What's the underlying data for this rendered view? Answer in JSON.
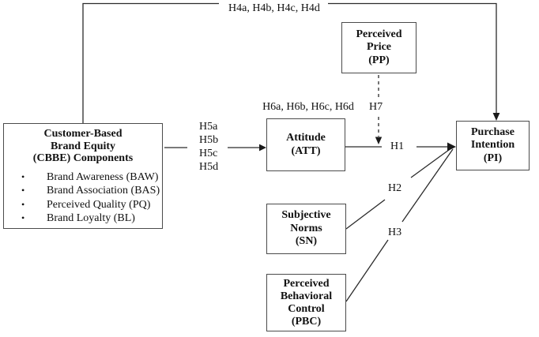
{
  "diagram": {
    "boxes": {
      "cbbe": {
        "title": "Customer-Based\nBrand Equity\n(CBBE) Components",
        "bullet_glyph": "•",
        "items": [
          "Brand Awareness (BAW)",
          "Brand Association (BAS)",
          "Perceived Quality (PQ)",
          "Brand Loyalty (BL)"
        ]
      },
      "pp": {
        "title": "Perceived\nPrice\n(PP)"
      },
      "att": {
        "title": "Attitude\n(ATT)"
      },
      "pi": {
        "title": "Purchase\nIntention\n(PI)"
      },
      "sn": {
        "title": "Subjective\nNorms\n(SN)"
      },
      "pbc": {
        "title": "Perceived\nBehavioral\nControl\n(PBC)"
      }
    },
    "labels": {
      "h4": "H4a, H4b, H4c, H4d",
      "h5a": "H5a",
      "h5b": "H5b",
      "h5c": "H5c",
      "h5d": "H5d",
      "h6": "H6a, H6b, H6c, H6d",
      "h7": "H7",
      "h1": "H1",
      "h2": "H2",
      "h3": "H3"
    },
    "colors": {
      "background": "#ffffff",
      "line": "#2b2b2b",
      "box_border": "#4b4b4b",
      "text": "#111111"
    }
  }
}
